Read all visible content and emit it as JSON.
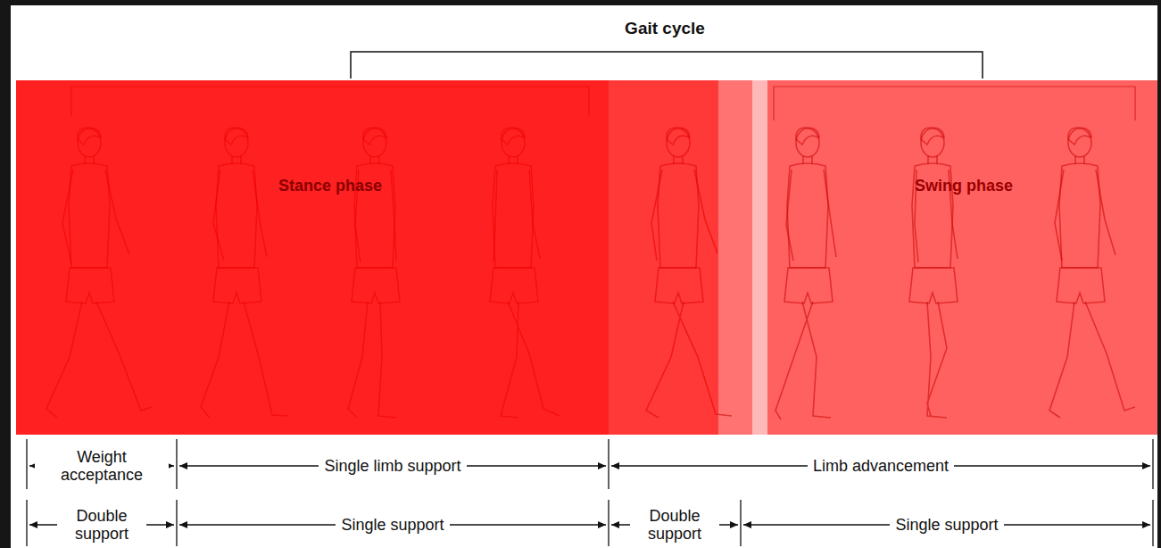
{
  "diagram": {
    "title": "Gait cycle",
    "nodes": [
      {
        "text": [
          "Stance phase"
        ]
      },
      {
        "text": [
          "Swing phase"
        ]
      }
    ],
    "labels": [
      "Weight acceptance",
      "Single limb support",
      "Limb advancement",
      "Double support",
      "Single support",
      "Double support",
      "Single support"
    ]
  }
}
